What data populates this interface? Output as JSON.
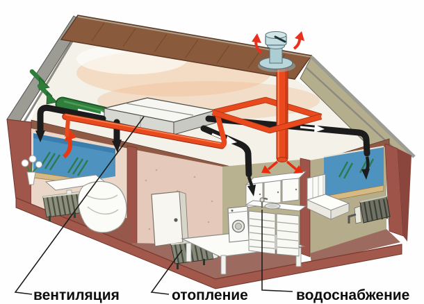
{
  "figure": {
    "description": "Cutaway house diagram showing home engineering systems",
    "labels": {
      "ventilation": "вентиляция",
      "heating": "отопление",
      "water_supply": "водоснабжение"
    },
    "colors": {
      "fresh_air_duct_green": "#2F7E3B",
      "exhaust_duct_black": "#1C1C1C",
      "heating_duct_red": "#E8491D",
      "roof_brown": "#8A5A3C",
      "brick_wall": "#A0564A",
      "window_glass_blue": "#4E92C0",
      "roof_vent_blue": "#B9D6DA"
    }
  }
}
